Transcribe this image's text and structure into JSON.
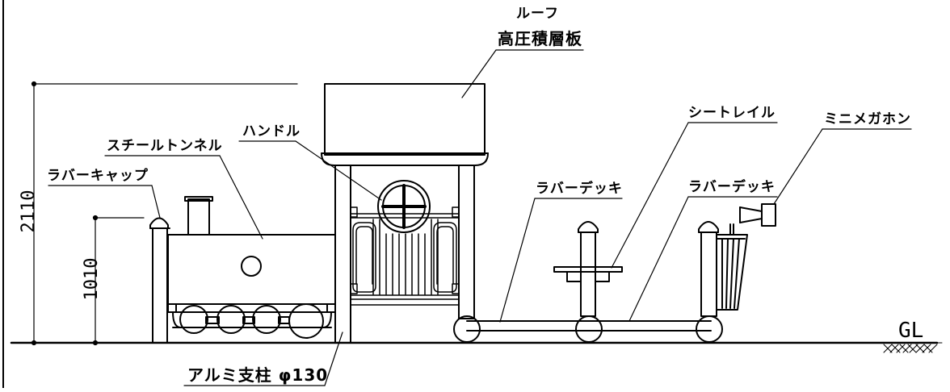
{
  "dimensions": {
    "overall_height": "2110",
    "deck_height": "1010"
  },
  "labels": {
    "roof_name": "ルーフ",
    "roof_material": "高圧積層板",
    "handle": "ハンドル",
    "steel_tunnel": "スチールトンネル",
    "rubber_cap": "ラバーキャップ",
    "seat_rail": "シートレイル",
    "mini_megaphone": "ミニメガホン",
    "rubber_deck_1": "ラバーデッキ",
    "rubber_deck_2": "ラバーデッキ",
    "aluminum_post": "アルミ支柱 φ130",
    "ground_level": "GL"
  }
}
